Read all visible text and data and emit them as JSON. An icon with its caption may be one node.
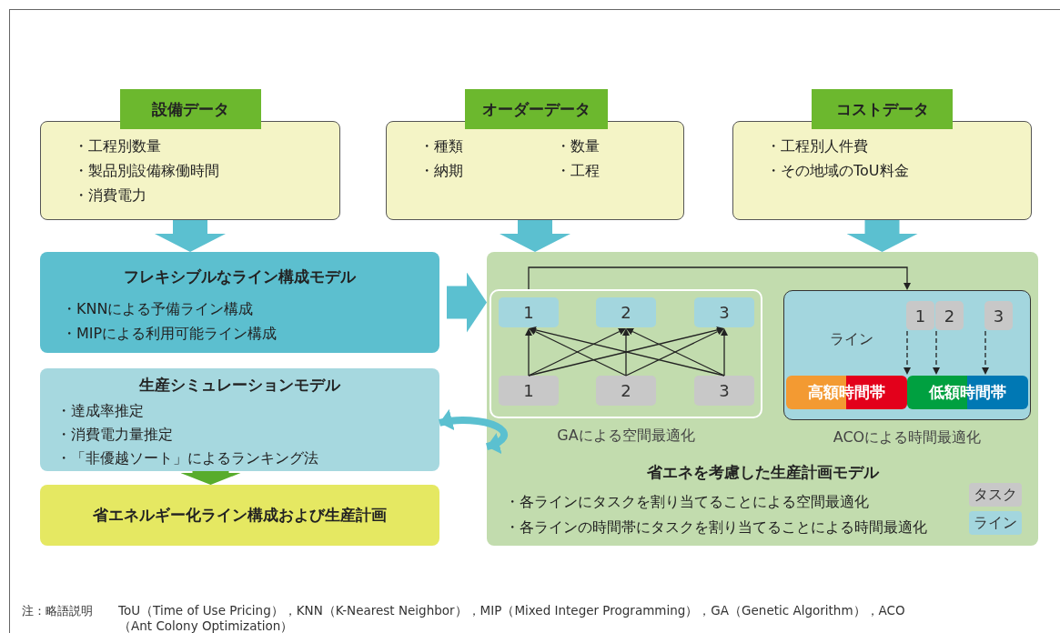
{
  "diagram": {
    "nodes": [
      {
        "text": [
          "設備データ",
          "・工程別数量",
          "・製品別設備稼働時間",
          "・消費電力"
        ]
      },
      {
        "text": [
          "オーダーデータ",
          "・種類",
          "・数量",
          "・納期",
          "・工程"
        ]
      },
      {
        "text": [
          "コストデータ",
          "・工程別人件費",
          "・その地域のToU料金"
        ]
      },
      {
        "text": [
          "フレキシブルなライン構成モデル",
          "・KNNによる予備ライン構成",
          "・MIPによる利用可能ライン構成"
        ]
      },
      {
        "text": [
          "生産シミュレーションモデル",
          "・達成率推定",
          "・消費電力量推定",
          "・「非優越ソート」によるランキング法"
        ]
      },
      {
        "text": [
          "省エネルギー化ライン構成および生産計画"
        ]
      },
      {
        "text": [
          "省エネを考慮した生産計画モデル",
          "・各ラインにタスクを割り当てることによる空間最適化",
          "・各ラインの時間帯にタスクを割り当てることによる時間最適化"
        ]
      },
      {
        "text": [
          "GAによる空間最適化"
        ],
        "in": 6
      },
      {
        "text": [
          "1"
        ],
        "in": 7
      },
      {
        "text": [
          "2"
        ],
        "in": 7
      },
      {
        "text": [
          "3"
        ],
        "in": 7
      },
      {
        "text": [
          "1"
        ],
        "in": 7
      },
      {
        "text": [
          "2"
        ],
        "in": 7
      },
      {
        "text": [
          "3"
        ],
        "in": 7
      },
      {
        "text": [
          "ライン",
          "ACOによる時間最適化"
        ],
        "in": 6
      },
      {
        "text": [
          "1"
        ],
        "in": 14
      },
      {
        "text": [
          "2"
        ],
        "in": 14
      },
      {
        "text": [
          "3"
        ],
        "in": 14
      },
      {
        "text": [
          "高額時間帯"
        ],
        "in": 14
      },
      {
        "text": [
          "低額時間帯"
        ],
        "in": 14
      }
    ],
    "edges": [
      {
        "from": 0,
        "to": 3,
        "arrow": "to",
        "style": "thick",
        "color": "#5bc0d0"
      },
      {
        "from": 1,
        "to": 6,
        "arrow": "to",
        "style": "thick",
        "color": "#5bc0d0"
      },
      {
        "from": 2,
        "to": 6,
        "arrow": "to",
        "style": "thick",
        "color": "#5bc0d0"
      },
      {
        "from": 3,
        "to": 6,
        "arrow": "to",
        "style": "thick",
        "color": "#5bc0d0"
      },
      {
        "from": 4,
        "to": 5,
        "arrow": "to",
        "style": "thick",
        "color": "#58ac2c"
      },
      {
        "from": 4,
        "to": 6,
        "arrow": "both",
        "style": "thick",
        "color": "#5bc0d0"
      },
      {
        "from": 11,
        "to": 8,
        "arrow": "to"
      },
      {
        "from": 11,
        "to": 9,
        "arrow": "to"
      },
      {
        "from": 11,
        "to": 10,
        "arrow": "to"
      },
      {
        "from": 12,
        "to": 8,
        "arrow": "to"
      },
      {
        "from": 12,
        "to": 9,
        "arrow": "to"
      },
      {
        "from": 12,
        "to": 10,
        "arrow": "to"
      },
      {
        "from": 13,
        "to": 8,
        "arrow": "to"
      },
      {
        "from": 13,
        "to": 9,
        "arrow": "to"
      },
      {
        "from": 13,
        "to": 10,
        "arrow": "to"
      },
      {
        "from": 7,
        "to": 14,
        "arrow": "to"
      },
      {
        "from": 15,
        "to": 19,
        "arrow": "to",
        "style": "dashed"
      },
      {
        "from": 16,
        "to": 19,
        "arrow": "to",
        "style": "dashed"
      },
      {
        "from": 17,
        "to": 19,
        "arrow": "to",
        "style": "dashed"
      }
    ],
    "labels": [
      "注：略語説明",
      "ToU（Time of Use Pricing），KNN（K-Nearest Neighbor），MIP（Mixed Integer Programming），GA（Genetic Algorithm），ACO（Ant Colony Optimization）"
    ],
    "legend": [
      {
        "text": "タスク",
        "color": "#c8c8c8"
      },
      {
        "text": "ライン",
        "color": "#a3d6de"
      }
    ]
  }
}
